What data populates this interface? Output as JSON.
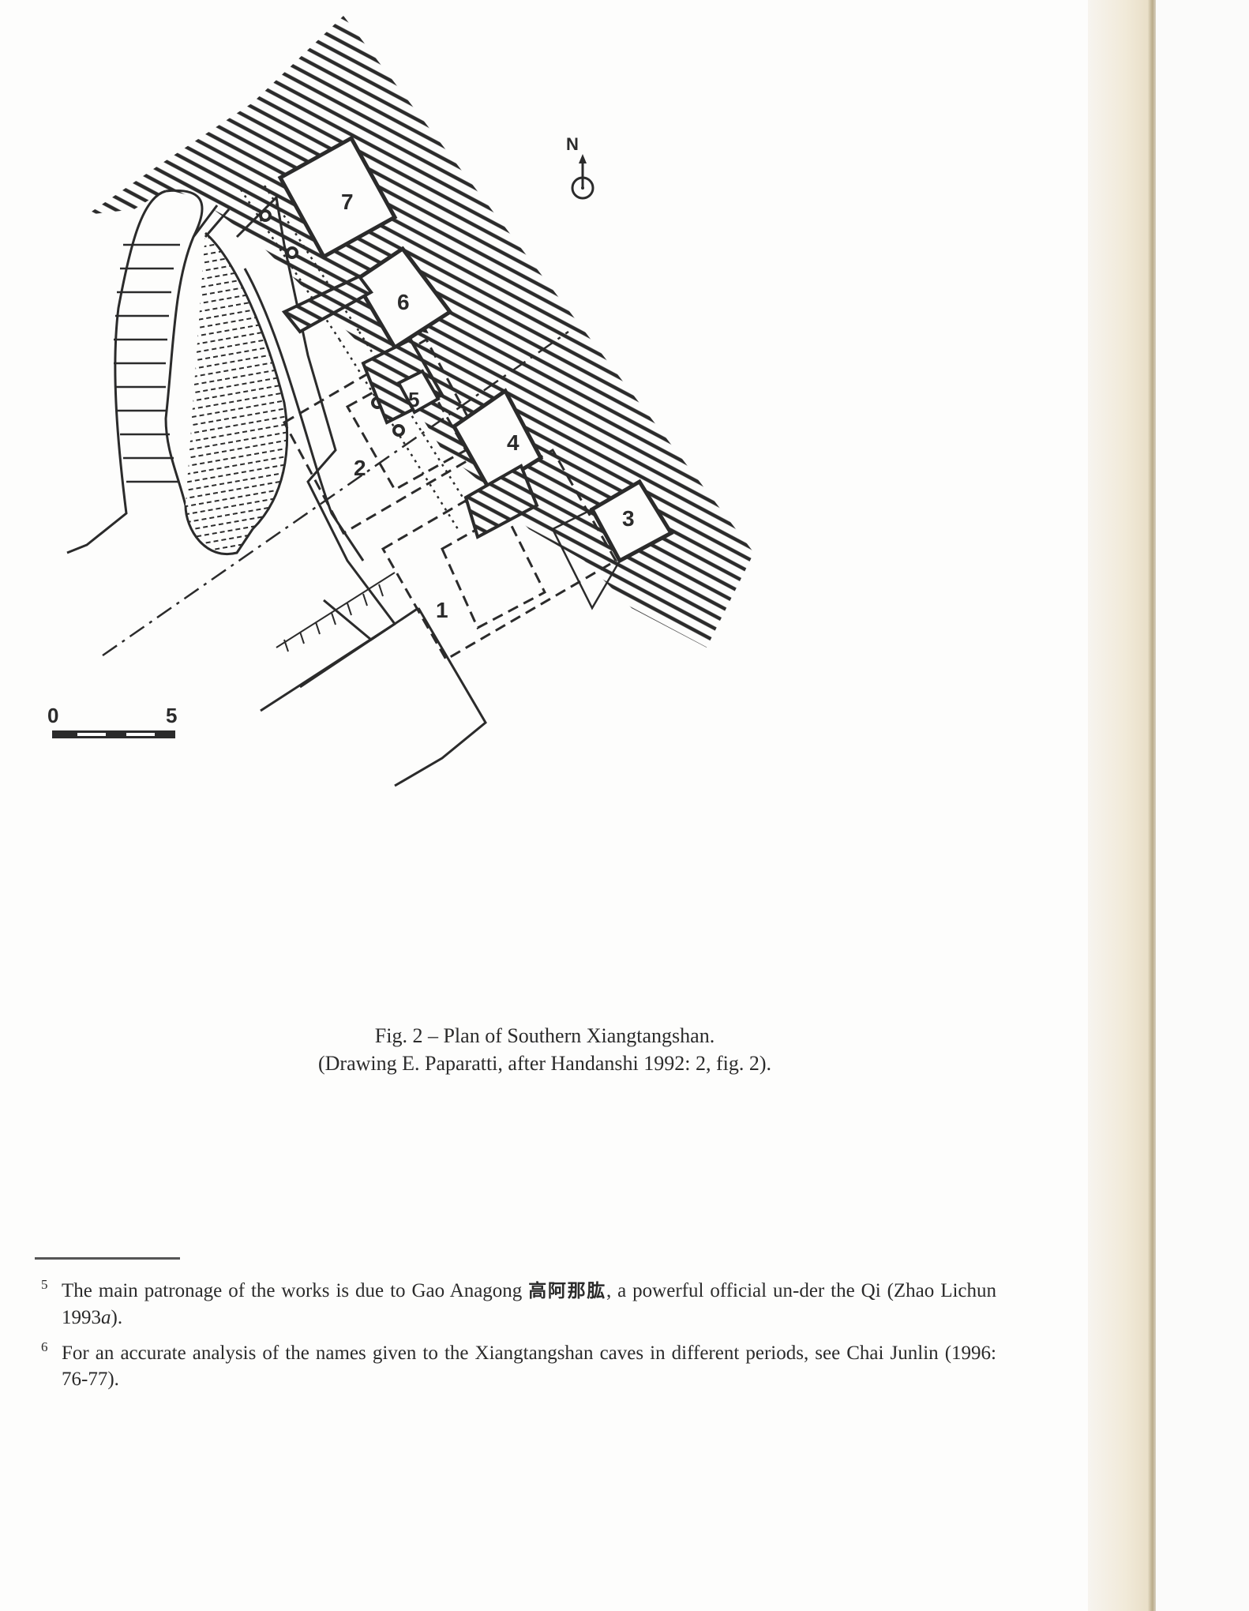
{
  "figure": {
    "type": "site-plan",
    "cave_labels": [
      "1",
      "2",
      "3",
      "4",
      "5",
      "6",
      "7"
    ],
    "north_arrow": {
      "label": "N",
      "icon": "north-arrow-icon"
    },
    "scale_bar": {
      "start": "0",
      "end": "5"
    },
    "colors": {
      "ink": "#2b2b2b",
      "paper": "#fdfdfc",
      "gutter": "#e9dfc8"
    }
  },
  "caption": {
    "line1": "Fig. 2 – Plan of Southern Xiangtangshan.",
    "line2": "(Drawing E. Paparatti, after Handanshi 1992: 2, fig. 2)."
  },
  "footnotes": [
    {
      "number": "5",
      "text_before": "The main patronage of the works is due to Gao Anagong ",
      "cjk": "高阿那肱",
      "text_after": ", a powerful official un-der the Qi (Zhao Lichun 1993",
      "italic": "a",
      "text_end": ")."
    },
    {
      "number": "6",
      "text": "For an accurate analysis of the names given to the Xiangtangshan caves in different periods, see Chai Junlin (1996: 76-77)."
    }
  ]
}
